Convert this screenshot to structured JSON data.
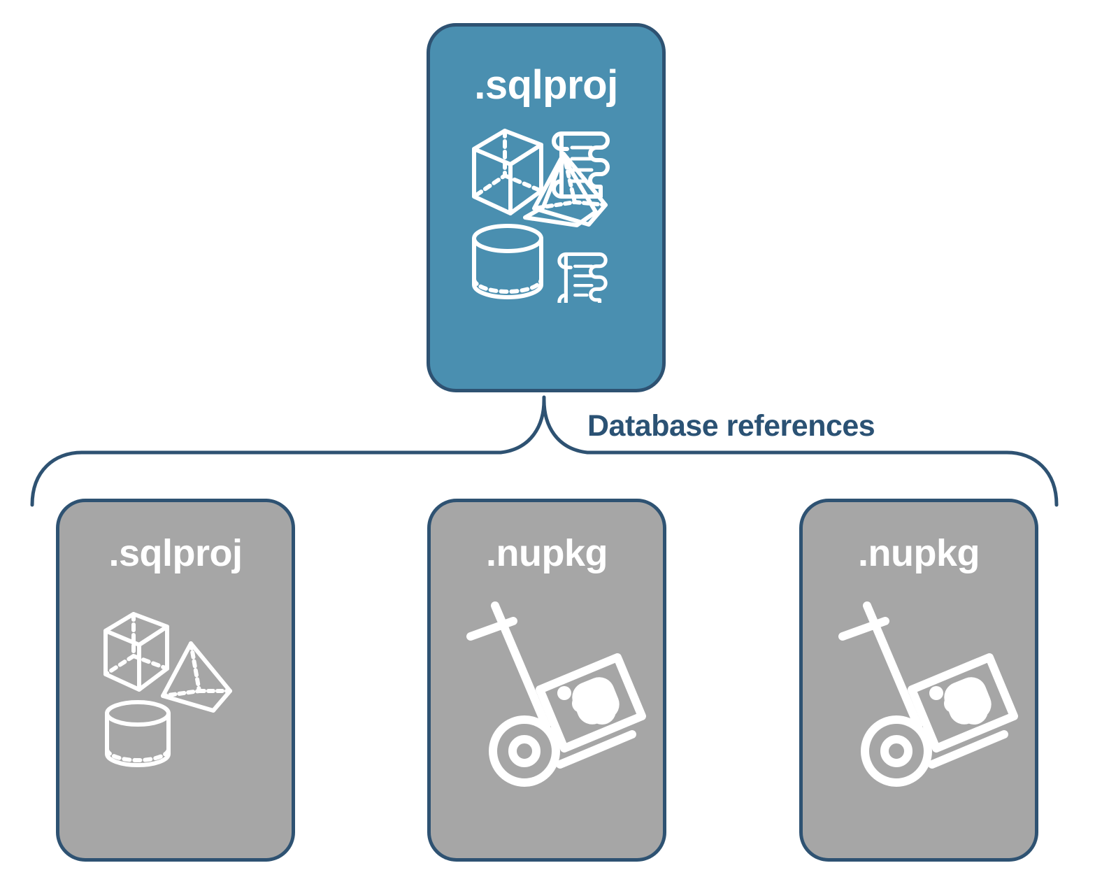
{
  "diagram": {
    "title": "Database references",
    "colors": {
      "primary_card_fill": "#4A8FB0",
      "secondary_card_fill": "#A6A6A6",
      "border": "#2E5272",
      "label_text": "#2B5274",
      "icon_stroke": "#FFFFFF",
      "background": "#FFFFFF"
    },
    "bracket_label": "Database references",
    "root": {
      "label": ".sqlproj",
      "kind": "primary",
      "icons": [
        "cube-icon",
        "script-scroll-icon",
        "pyramid-icon",
        "cylinder-icon",
        "script-scroll-icon"
      ]
    },
    "references": [
      {
        "label": ".sqlproj",
        "kind": "secondary",
        "icons": [
          "cube-icon",
          "pyramid-icon",
          "cylinder-icon"
        ]
      },
      {
        "label": ".nupkg",
        "kind": "secondary",
        "icons": [
          "nuget-hand-truck-icon"
        ]
      },
      {
        "label": ".nupkg",
        "kind": "secondary",
        "icons": [
          "nuget-hand-truck-icon"
        ]
      }
    ]
  }
}
